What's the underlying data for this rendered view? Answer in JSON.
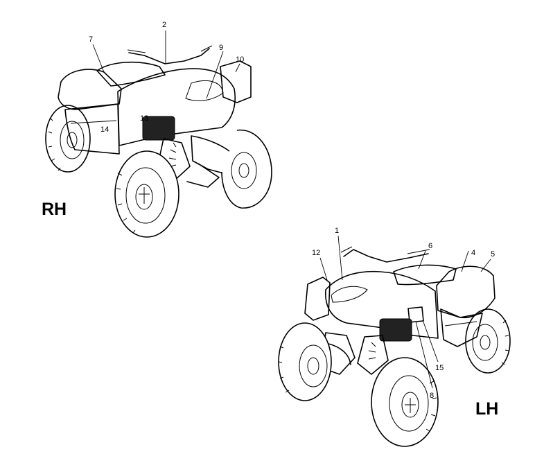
{
  "views": {
    "rh": {
      "label": "RH",
      "callouts": [
        {
          "id": "2",
          "text": "2"
        },
        {
          "id": "7",
          "text": "7"
        },
        {
          "id": "9",
          "text": "9"
        },
        {
          "id": "10",
          "text": "10"
        },
        {
          "id": "13",
          "text": "13"
        },
        {
          "id": "14",
          "text": "14"
        }
      ]
    },
    "lh": {
      "label": "LH",
      "callouts": [
        {
          "id": "1",
          "text": "1"
        },
        {
          "id": "12",
          "text": "12"
        },
        {
          "id": "6",
          "text": "6"
        },
        {
          "id": "4",
          "text": "4"
        },
        {
          "id": "5",
          "text": "5"
        },
        {
          "id": "15",
          "text": "15"
        },
        {
          "id": "8",
          "text": "8"
        }
      ]
    }
  }
}
